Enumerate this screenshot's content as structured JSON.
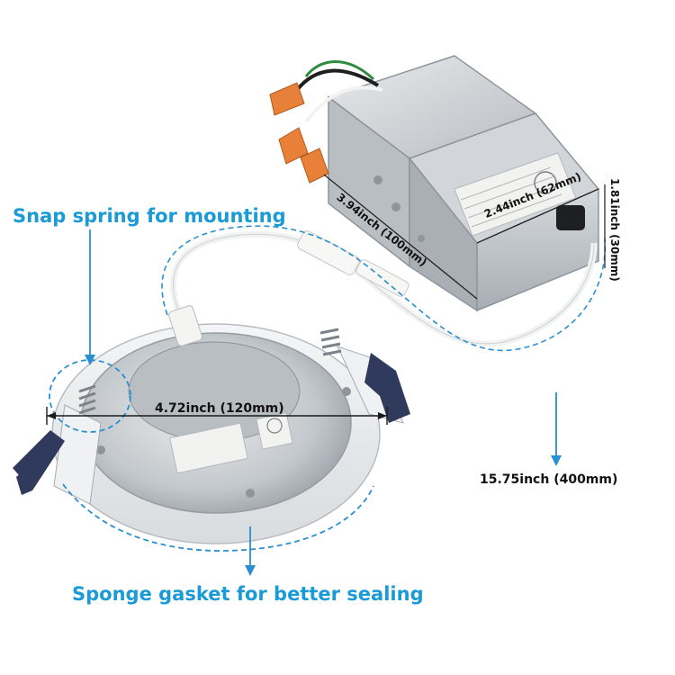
{
  "labels": {
    "snap_spring": "Snap spring for mounting",
    "sponge_gasket": "Sponge gasket for better sealing",
    "diameter": "4.72inch (120mm)",
    "cable_length": "15.75inch (400mm)",
    "box_width": "2.44inch (62mm)",
    "box_depth": "3.94inch (100mm)",
    "box_height": "1.81inch (30mm)"
  },
  "colors": {
    "callout": "#1a9ad6",
    "dimension_text": "#111111",
    "metal": "#c9cdd1",
    "clip": "#2f3a5c",
    "wire_nut": "#e8803a"
  },
  "icons": [
    "led-downlight",
    "junction-box",
    "wire-nut-icon",
    "spring-clip-icon",
    "connector-icon"
  ]
}
